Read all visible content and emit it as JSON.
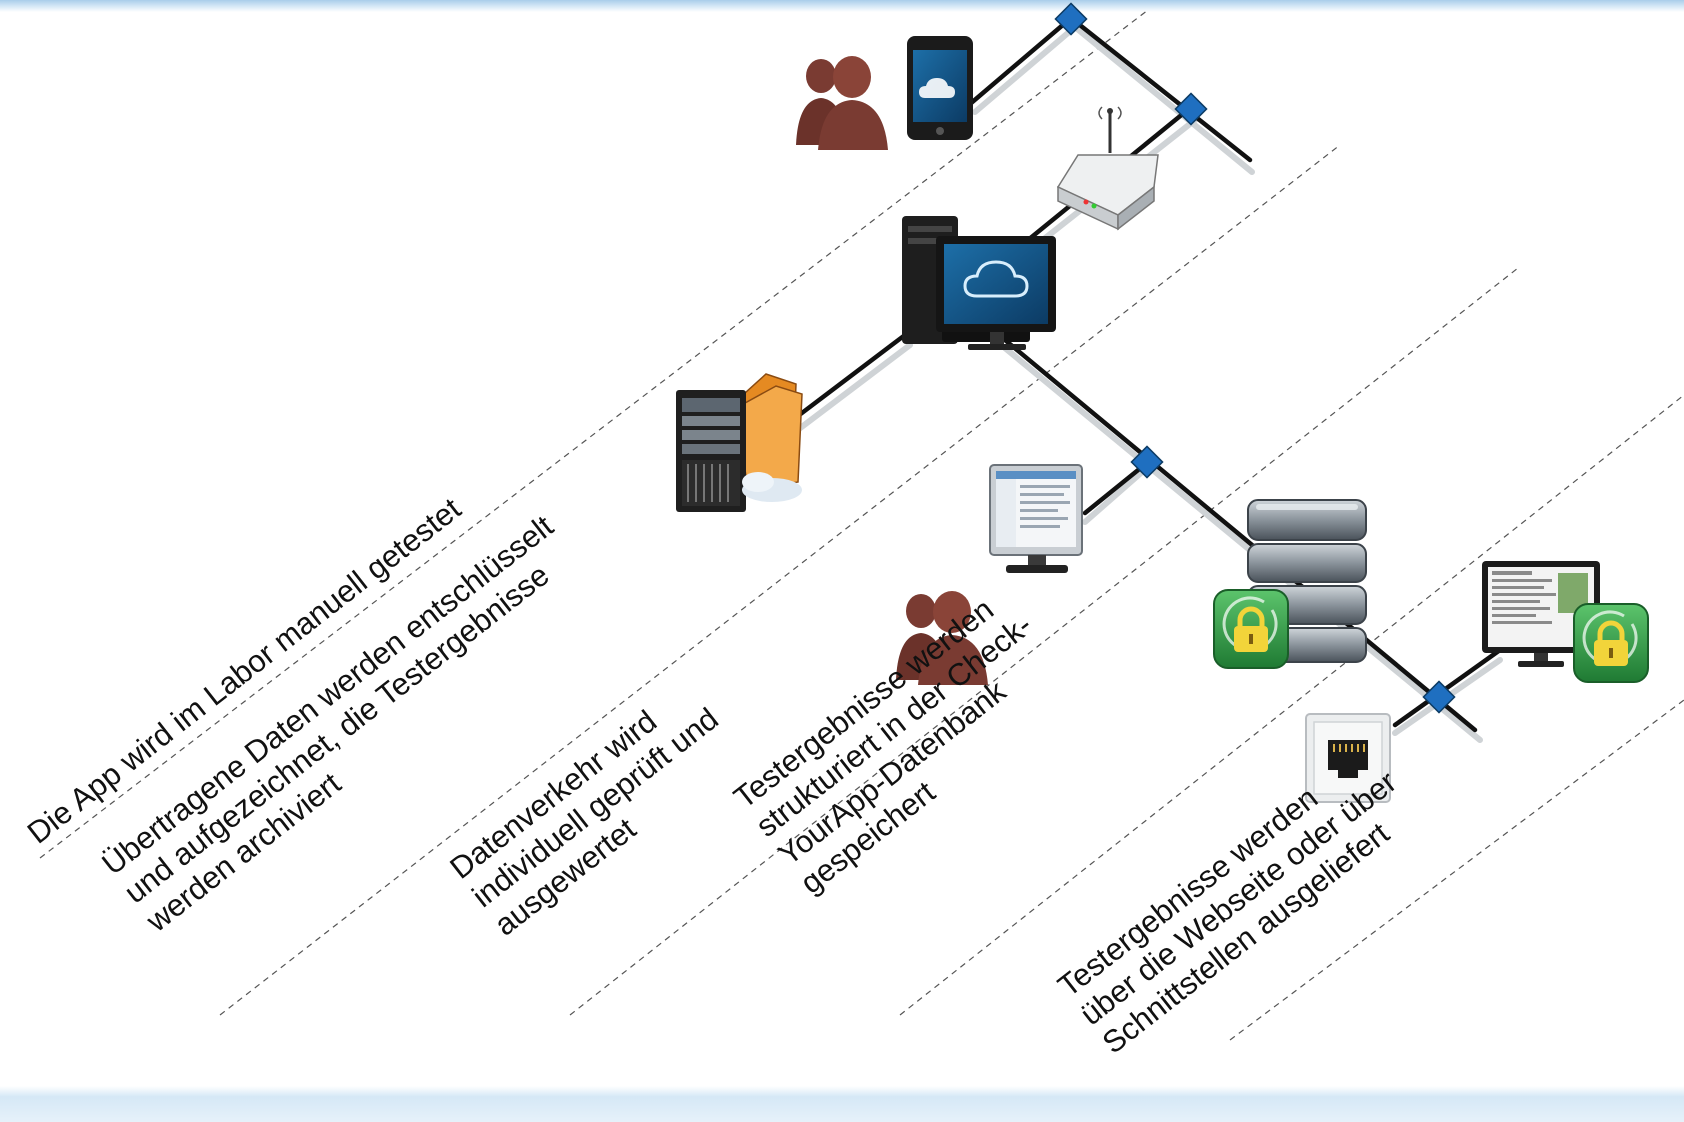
{
  "diagram": {
    "labels": {
      "step1": [
        "Die App wird im Labor manuell getestet"
      ],
      "step2": [
        "Übertragene Daten werden entschlüsselt",
        "und aufgezeichnet, die Testergebnisse",
        "werden archiviert"
      ],
      "step3": [
        "Datenverkehr wird",
        "individuell geprüft und",
        "ausgewertet"
      ],
      "step4": [
        "Testergebnisse werden",
        "strukturiert in der Check-",
        "YourApp-Datenbank",
        "gespeichert"
      ],
      "step5": [
        "Testergebnisse werden",
        "über die Webseite oder über",
        "Schnittstellen ausgeliefert"
      ]
    },
    "icons": [
      "users-icon",
      "smartphone-icon",
      "router-icon",
      "desktop-computer-icon",
      "server-archive-icon",
      "monitor-icon",
      "database-icon",
      "lock-icon",
      "network-port-icon"
    ],
    "colors": {
      "line": "#111111",
      "node": "#1f6fc0",
      "users": "#7a3b32",
      "lock_bg": "#2e9a46"
    }
  }
}
